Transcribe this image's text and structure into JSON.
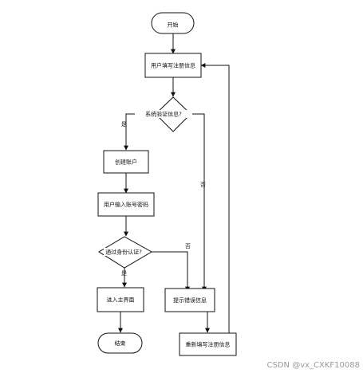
{
  "nodes": {
    "start": "开始",
    "fill_register": "用户填写注册信息",
    "verify": "系统验证信息?",
    "create_account": "创建账户",
    "enter_credentials": "用户输入账号密码",
    "auth": "通过身份认证?",
    "enter_main": "进入主界面",
    "show_error": "提示错误信息",
    "refill_register": "重新填写注册信息",
    "end": "结束"
  },
  "edges": {
    "yes_1": "是",
    "no_1": "否",
    "no_2": "否",
    "yes_2": "是"
  },
  "watermark": "CSDN @vx_CXKF10088"
}
